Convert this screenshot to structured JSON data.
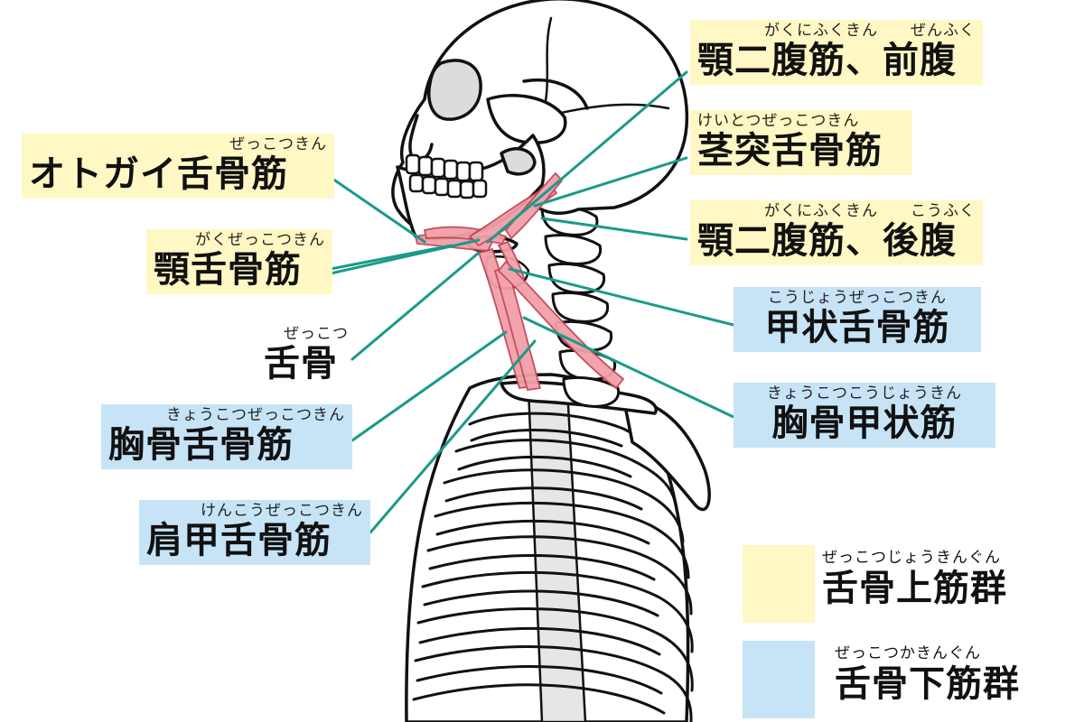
{
  "colors": {
    "supra": "#fff8c4",
    "infra": "#c6e4f6",
    "leader": "#1a9a8a",
    "muscle": "#e8838e",
    "bone": "#ffffff",
    "outline": "#111111"
  },
  "labels": {
    "digastric_anterior": {
      "furigana": "がくにふくきん　　ぜんふく",
      "name": "顎二腹筋、前腹",
      "group": "supra"
    },
    "stylohyoid": {
      "furigana": "けいとつぜっこつきん",
      "name": "茎突舌骨筋",
      "group": "supra"
    },
    "digastric_posterior": {
      "furigana": "がくにふくきん　　こうふく",
      "name": "顎二腹筋、後腹",
      "group": "supra"
    },
    "thyrohyoid": {
      "furigana": "こうじょうぜっこつきん",
      "name": "甲状舌骨筋",
      "group": "infra"
    },
    "sternothyroid": {
      "furigana": "きょうこつこうじょうきん",
      "name": "胸骨甲状筋",
      "group": "infra"
    },
    "geniohyoid": {
      "furigana": "ぜっこつきん",
      "name": "オトガイ舌骨筋",
      "group": "supra"
    },
    "mylohyoid": {
      "furigana": "がくぜっこつきん",
      "name": "顎舌骨筋",
      "group": "supra"
    },
    "hyoid": {
      "furigana": "ぜっこつ",
      "name": "舌骨",
      "group": "none"
    },
    "sternohyoid": {
      "furigana": "きょうこつぜっこつきん",
      "name": "胸骨舌骨筋",
      "group": "infra"
    },
    "omohyoid": {
      "furigana": "けんこうぜっこつきん",
      "name": "肩甲舌骨筋",
      "group": "infra"
    }
  },
  "legend": {
    "supra": {
      "furigana": "ぜっこつじょうきんぐん",
      "name": "舌骨上筋群"
    },
    "infra": {
      "furigana": "ぜっこつかきんぐん",
      "name": "舌骨下筋群"
    }
  }
}
